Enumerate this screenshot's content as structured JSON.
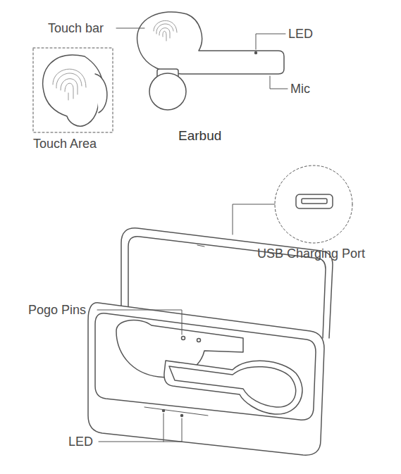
{
  "diagram": {
    "labels": [
      "Touch bar",
      "LED",
      "Touch Area",
      "Mic",
      "Earbud",
      "USB Charging Port",
      "Pogo Pins",
      "LED"
    ]
  }
}
